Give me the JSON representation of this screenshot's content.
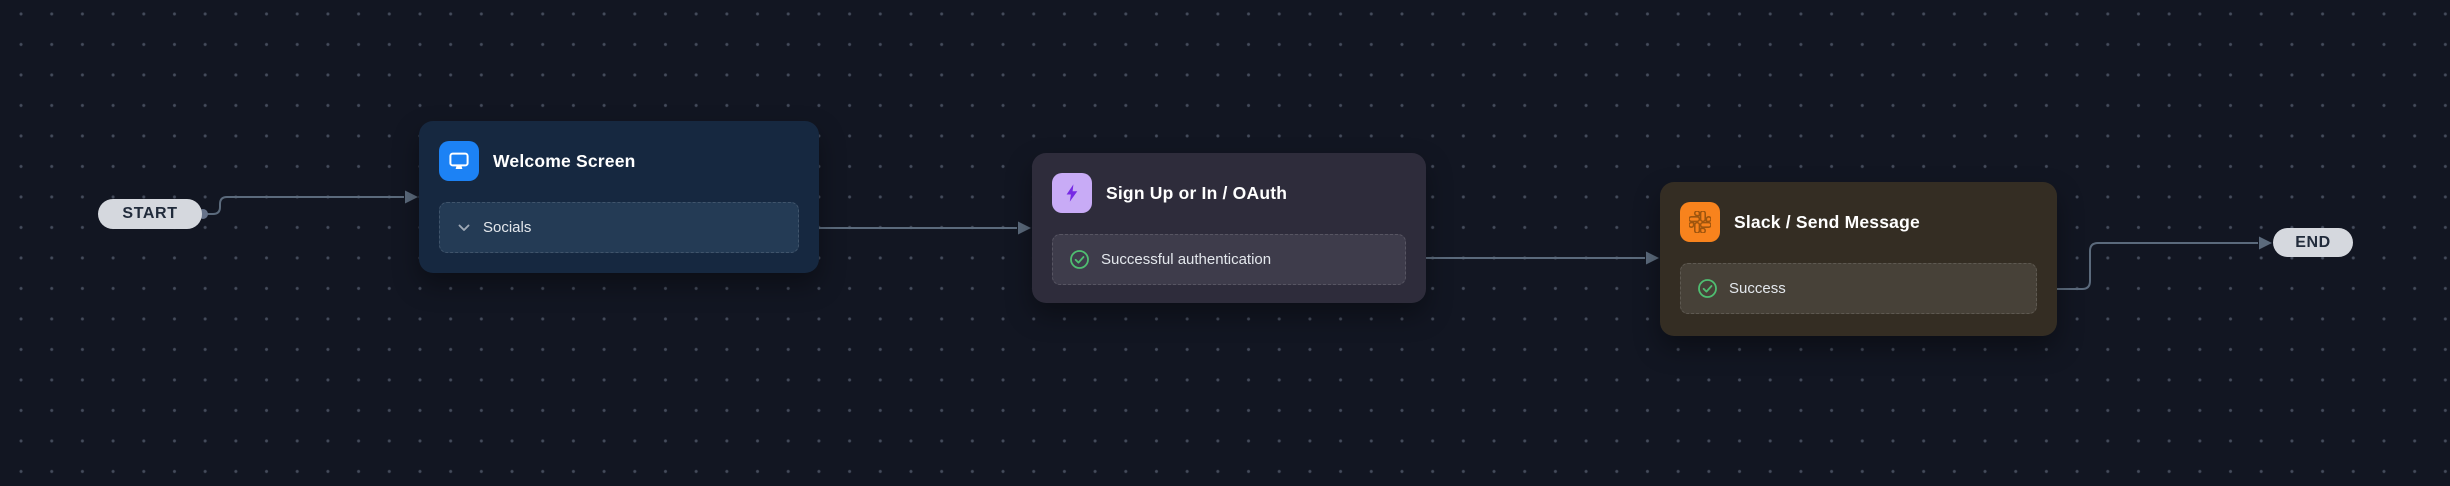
{
  "canvas": {
    "background_color": "#121622",
    "grid_dot_color": "#454c5c"
  },
  "flow": {
    "start": {
      "label": "START"
    },
    "end": {
      "label": "END"
    },
    "nodes": [
      {
        "id": "welcome-screen",
        "title": "Welcome Screen",
        "icon": "screen-icon",
        "icon_bg": "#1c82f5",
        "card_bg": "#162840",
        "output": {
          "label": "Socials",
          "icon": "chevron-down-icon",
          "row_bg": "#243b55"
        }
      },
      {
        "id": "sign-up-oauth",
        "title": "Sign Up or In / OAuth",
        "icon": "lightning-icon",
        "icon_bg": "#c8abf6",
        "card_bg": "#2e2c3b",
        "output": {
          "label": "Successful authentication",
          "icon": "check-circle-icon",
          "row_bg": "#3e3c4b"
        }
      },
      {
        "id": "slack-send-message",
        "title": "Slack / Send Message",
        "icon": "slack-icon",
        "icon_bg": "#f8831d",
        "card_bg": "#342d23",
        "output": {
          "label": "Success",
          "icon": "check-circle-icon",
          "row_bg": "#474138"
        }
      }
    ],
    "edges": [
      {
        "from": "start",
        "to": "welcome-screen"
      },
      {
        "from": "welcome-screen.socials",
        "to": "sign-up-oauth"
      },
      {
        "from": "sign-up-oauth.successful-authentication",
        "to": "slack-send-message"
      },
      {
        "from": "slack-send-message.success",
        "to": "end"
      }
    ],
    "colors": {
      "edge": "#5b6a7c",
      "port": "#67738a",
      "success_green": "#4fbe71",
      "pill_bg": "#d5d8de",
      "pill_text": "#212b3b"
    }
  }
}
